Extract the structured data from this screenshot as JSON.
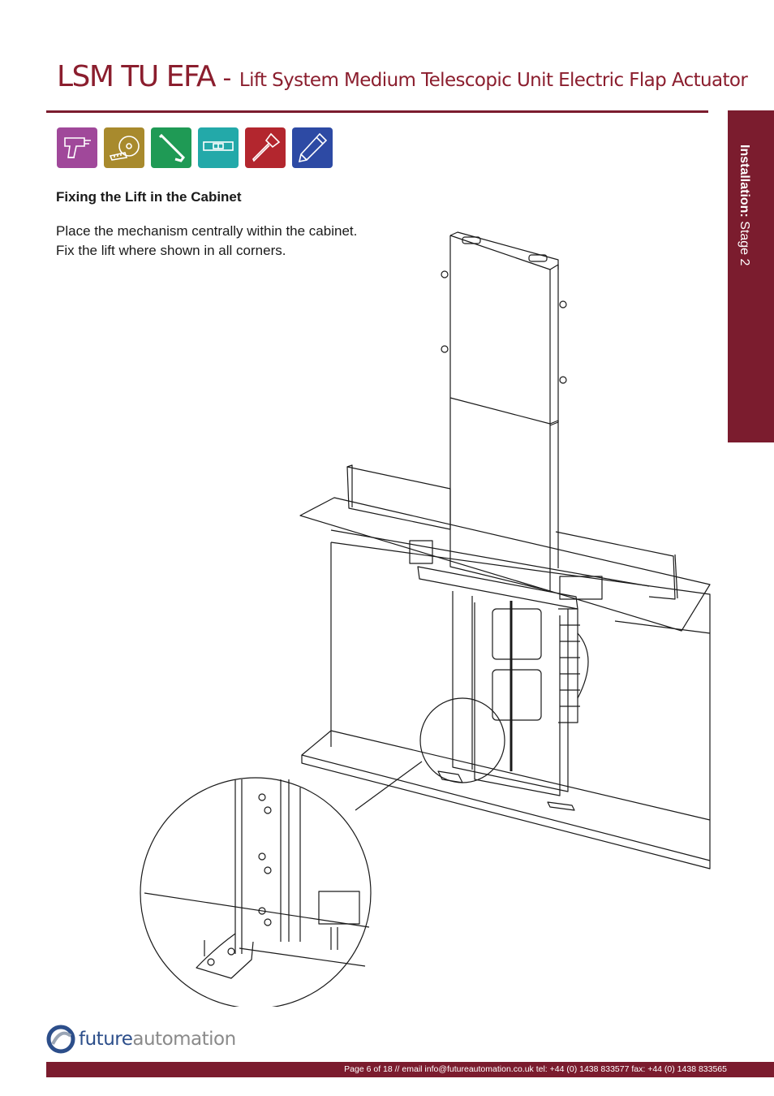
{
  "header": {
    "title_main": "LSM TU EFA",
    "title_dash": " - ",
    "title_sub": "Lift System Medium Telescopic Unit Electric Flap Actuator"
  },
  "side_tab": {
    "label_bold": "Installation:",
    "label_rest": " Stage 2"
  },
  "tools": [
    {
      "name": "drill-icon",
      "color": "#a0489a"
    },
    {
      "name": "tape-measure-icon",
      "color": "#a88a2d"
    },
    {
      "name": "allen-key-icon",
      "color": "#1f9a55"
    },
    {
      "name": "spirit-level-icon",
      "color": "#23a9a9"
    },
    {
      "name": "screwdriver-icon",
      "color": "#b3262e"
    },
    {
      "name": "pencil-icon",
      "color": "#2d4aa4"
    }
  ],
  "content": {
    "heading": "Fixing the Lift in the Cabinet",
    "line1": "Place the mechanism centrally within the cabinet.",
    "line2": "Fix the lift where shown in all corners."
  },
  "logo": {
    "part1": "future",
    "part2": "automation"
  },
  "footer": {
    "text": "Page 6 of 18 // email info@futureautomation.co.uk  tel: +44 (0) 1438 833577  fax: +44 (0) 1438 833565"
  },
  "colors": {
    "brand": "#7b1c2e",
    "logo_blue": "#2c4e8a"
  }
}
